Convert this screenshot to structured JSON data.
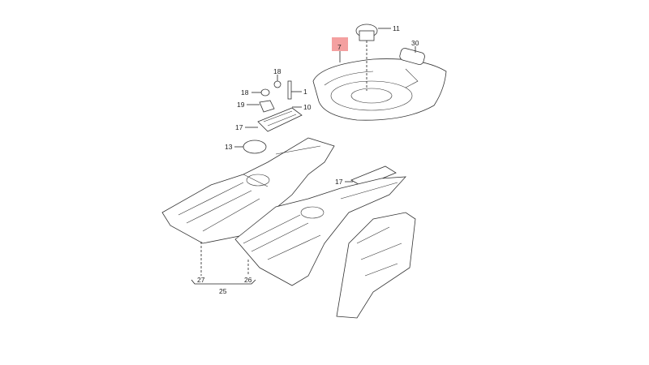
{
  "diagram": {
    "highlight_color": "#f08080",
    "labels": {
      "p11": "11",
      "p30": "30",
      "p7": "7",
      "p18a": "18",
      "p1": "1",
      "p18b": "18",
      "p19": "19",
      "p10": "10",
      "p17a": "17",
      "p13": "13",
      "p17b": "17",
      "p27": "27",
      "p26": "26",
      "p25": "25"
    }
  }
}
